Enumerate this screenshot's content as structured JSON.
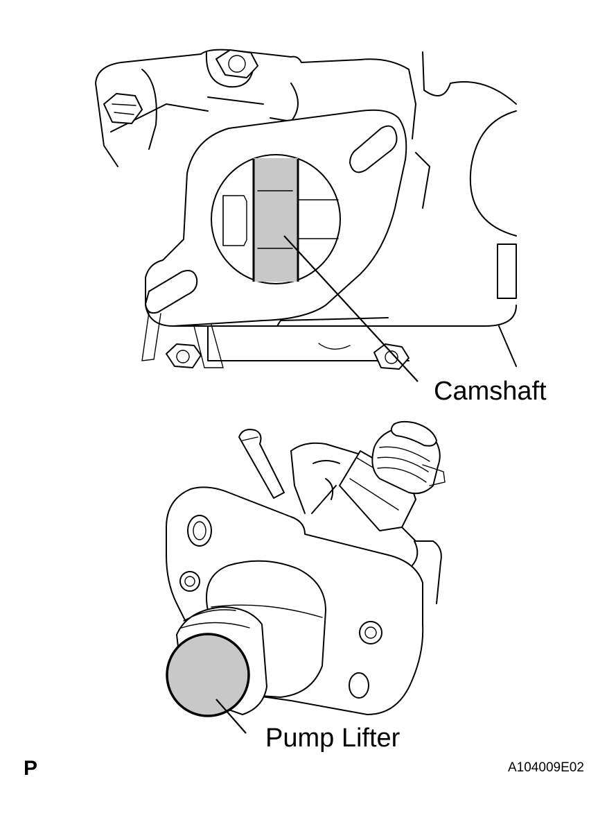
{
  "labels": {
    "camshaft": "Camshaft",
    "pump_lifter": "Pump Lifter",
    "view_letter": "P",
    "figure_code": "A104009E02"
  },
  "colors": {
    "highlight_fill": "#c8c8c8",
    "line": "#000000",
    "background": "#ffffff"
  }
}
